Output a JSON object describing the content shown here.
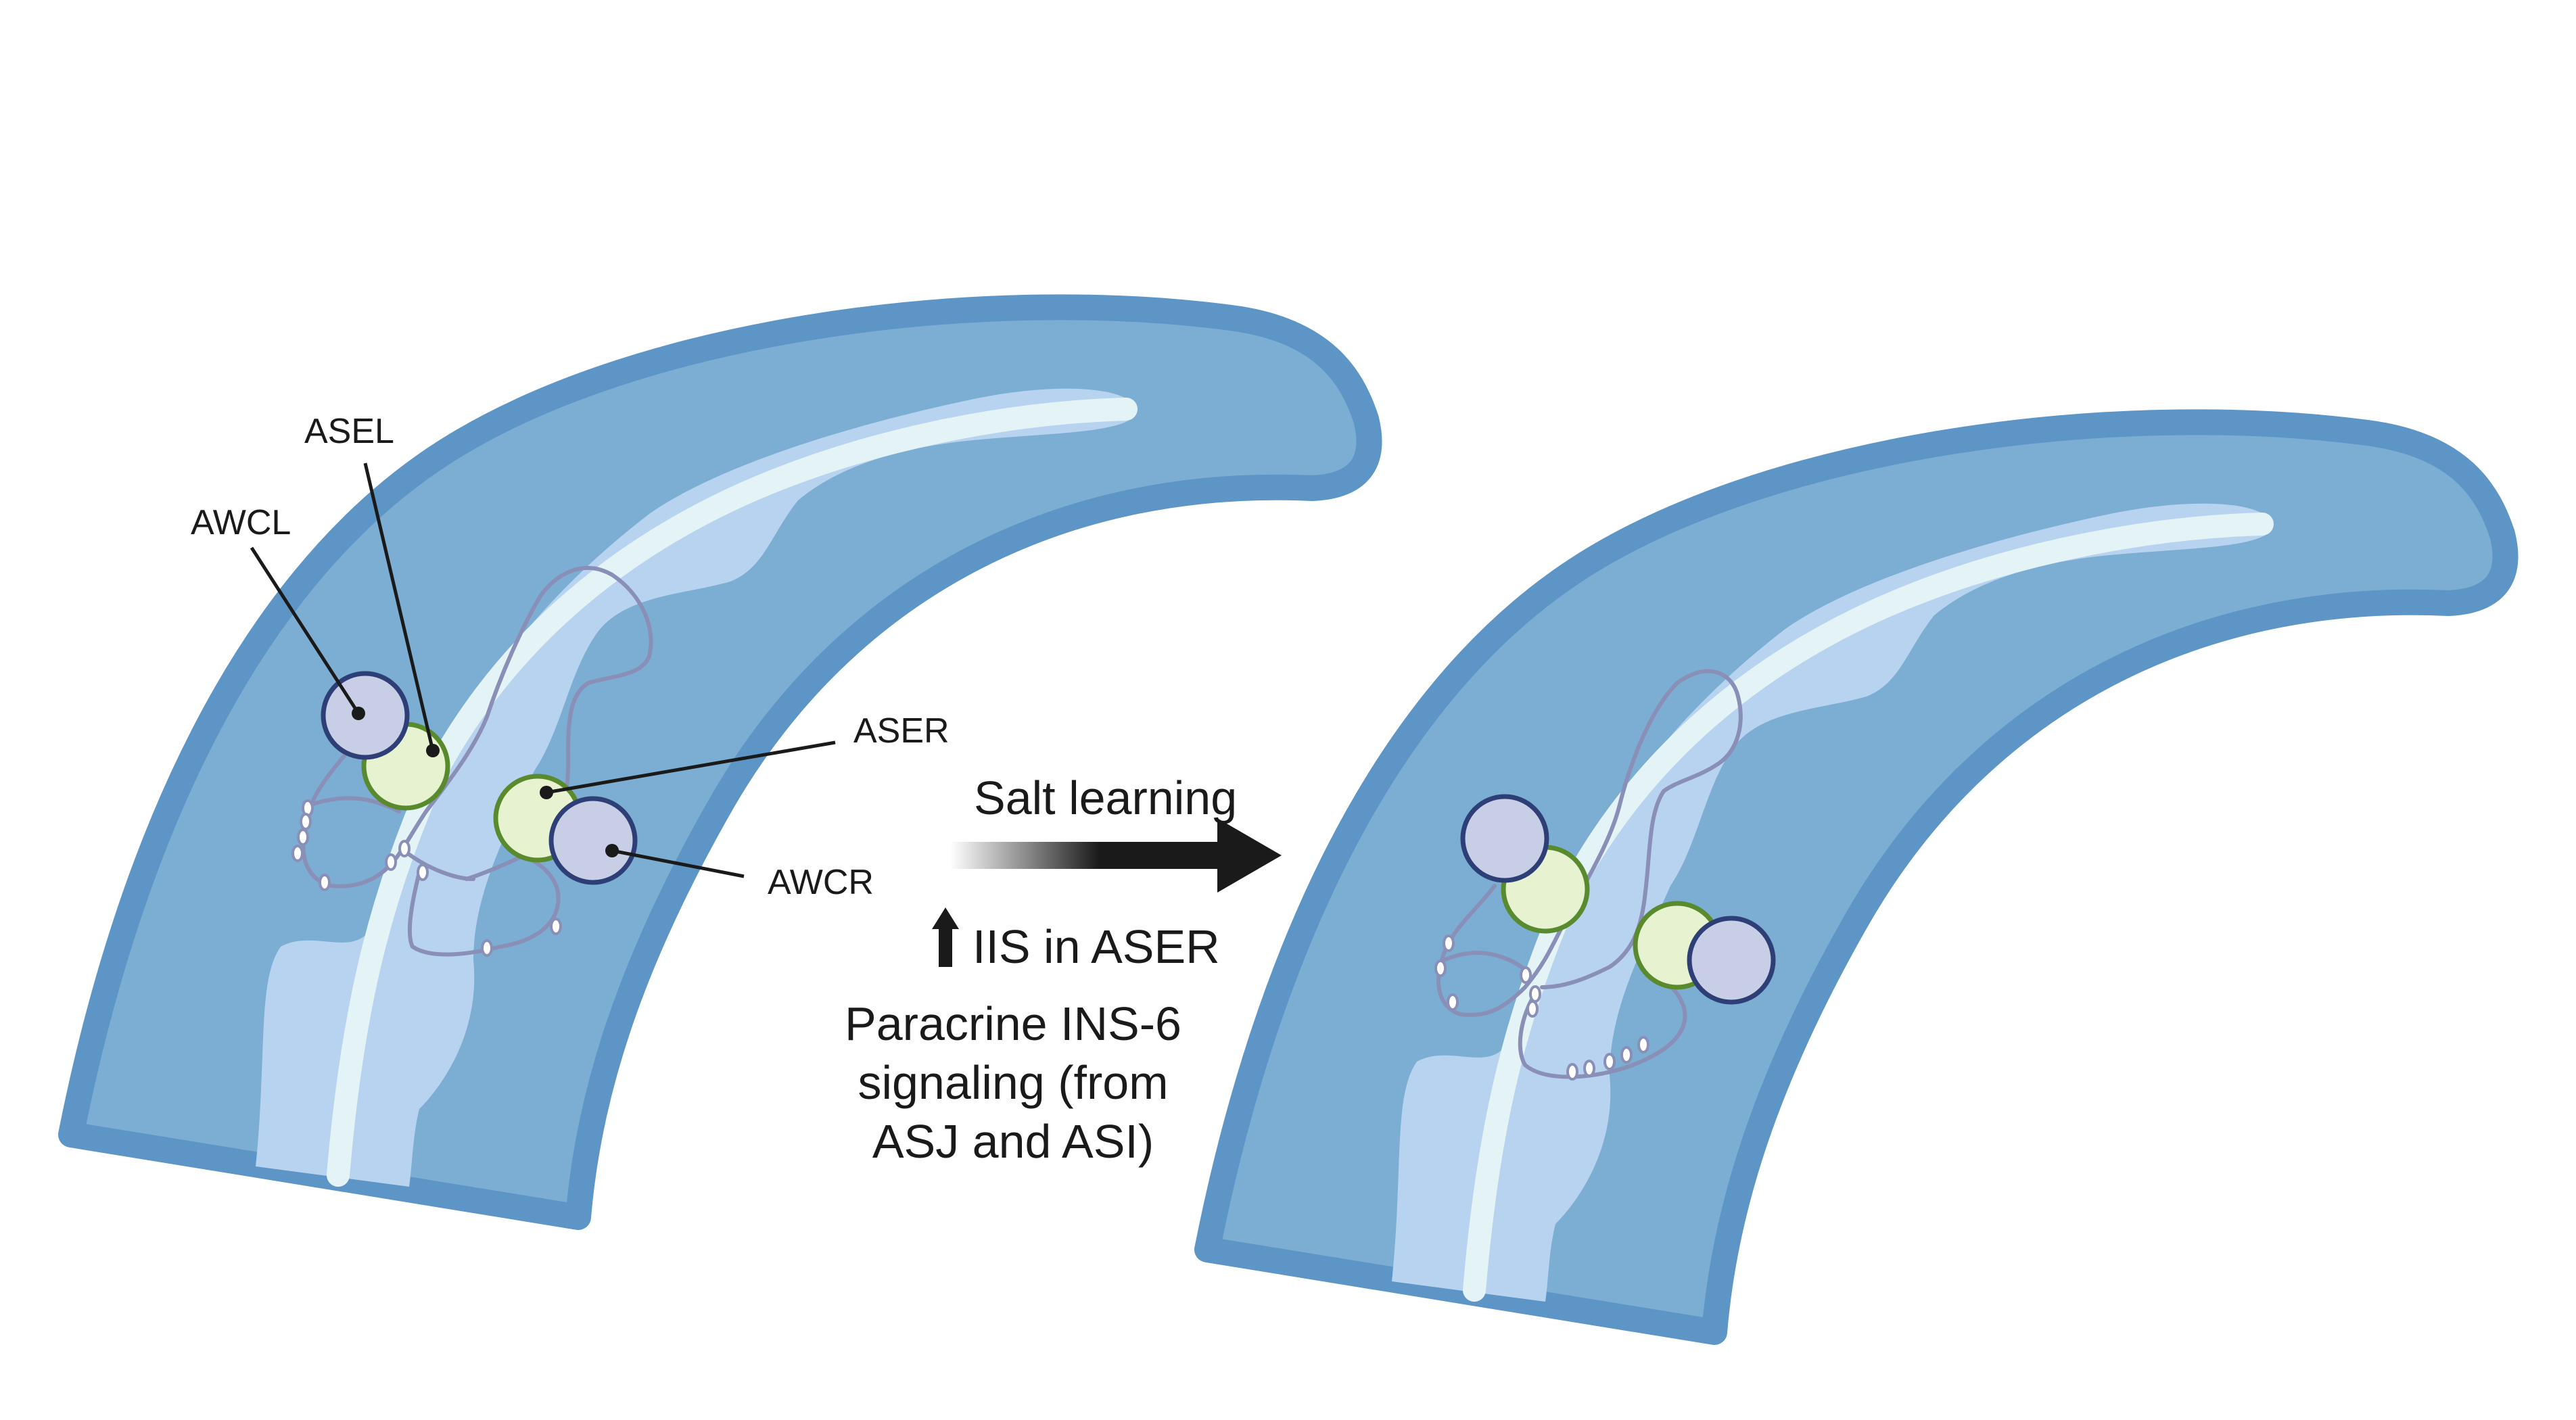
{
  "labels": {
    "awcl": "AWCL",
    "asel": "ASEL",
    "aser": "ASER",
    "awcr": "AWCR"
  },
  "transition": {
    "title": "Salt learning",
    "up_arrow_text": "IIS in ASER",
    "cause_line1": "Paracrine INS-6",
    "cause_line2": "signaling (from",
    "cause_line3": "ASJ and ASI)"
  },
  "colors": {
    "body_fill": "#7BAED2",
    "body_outline": "#5C95C6",
    "inner_light": "#B8D3F0",
    "center_line": "#E4F4F6",
    "awc_fill": "#C8CEE6",
    "awc_stroke": "#2E3F77",
    "ase_fill": "#E6F2D0",
    "ase_stroke": "#5A8A2E",
    "process_stroke": "#8A8FB8",
    "text": "#1a1a1a",
    "arrow": "#1a1a1a"
  }
}
